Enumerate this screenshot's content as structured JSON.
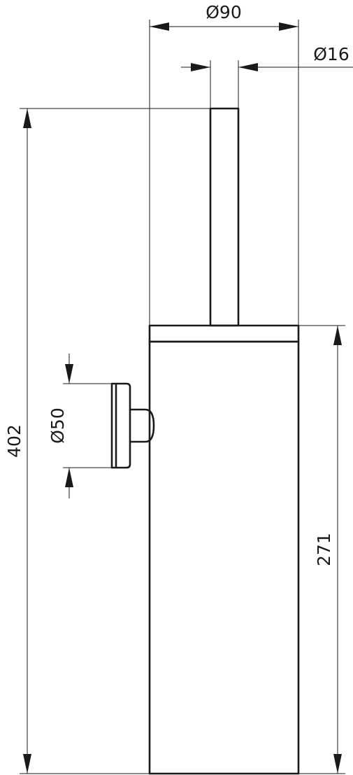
{
  "dimensions": {
    "outer_diameter": "Ø90",
    "handle_diameter": "Ø16",
    "wall_mount_diameter": "Ø50",
    "total_height": "402",
    "container_height": "271"
  },
  "colors": {
    "line": "#1a1a1a",
    "background": "#ffffff"
  }
}
